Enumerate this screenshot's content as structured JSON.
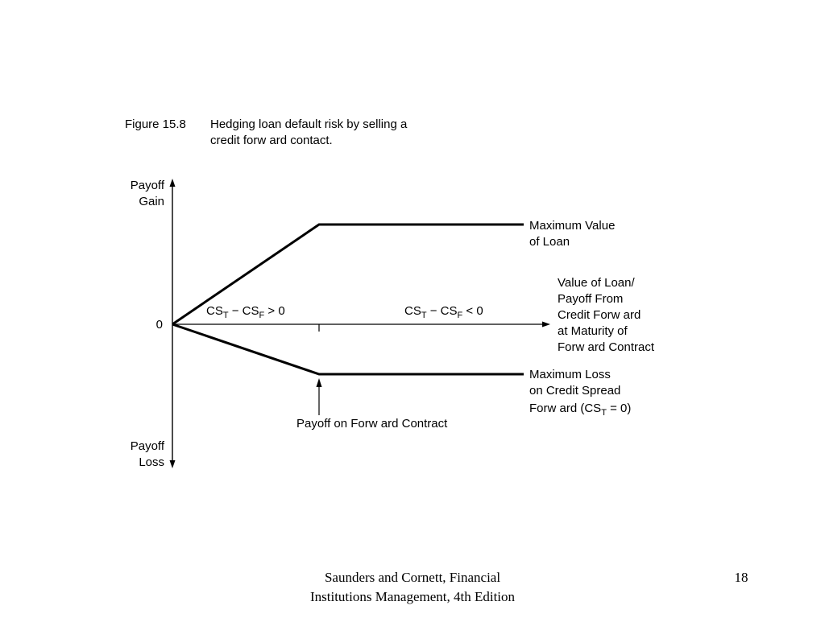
{
  "caption": {
    "figure_number": "Figure 15.8",
    "title_line1": "Hedging loan default risk by selling a",
    "title_line2": "credit forw ard contact."
  },
  "axes": {
    "y_top_line1": "Payoff",
    "y_top_line2": "Gain",
    "y_bottom_line1": "Payoff",
    "y_bottom_line2": "Loss",
    "origin": "0"
  },
  "regions": {
    "left": {
      "cs": "CS",
      "sub_t": "T",
      "minus": " − CS",
      "sub_f": "F",
      "rel": " > 0"
    },
    "right": {
      "cs": "CS",
      "sub_t": "T",
      "minus": " − CS",
      "sub_f": "F",
      "rel": " < 0"
    }
  },
  "labels": {
    "max_value_line1": "Maximum Value",
    "max_value_line2": "of Loan",
    "value_line1": "Value of Loan/",
    "value_line2": "Payoff From",
    "value_line3": "Credit Forw ard",
    "value_line4": "at Maturity of",
    "value_line5": "Forw ard Contract",
    "max_loss_line1": "Maximum Loss",
    "max_loss_line2": "on Credit Spread",
    "max_loss_line3_pre": "Forw ard (CS",
    "max_loss_line3_sub": "T",
    "max_loss_line3_post": " = 0)",
    "payoff_forward": "Payoff on Forw ard Contract"
  },
  "footer": {
    "source_line1": "Saunders and Cornett, Financial",
    "source_line2": "Institutions Management, 4th Edition",
    "page_number": "18"
  }
}
